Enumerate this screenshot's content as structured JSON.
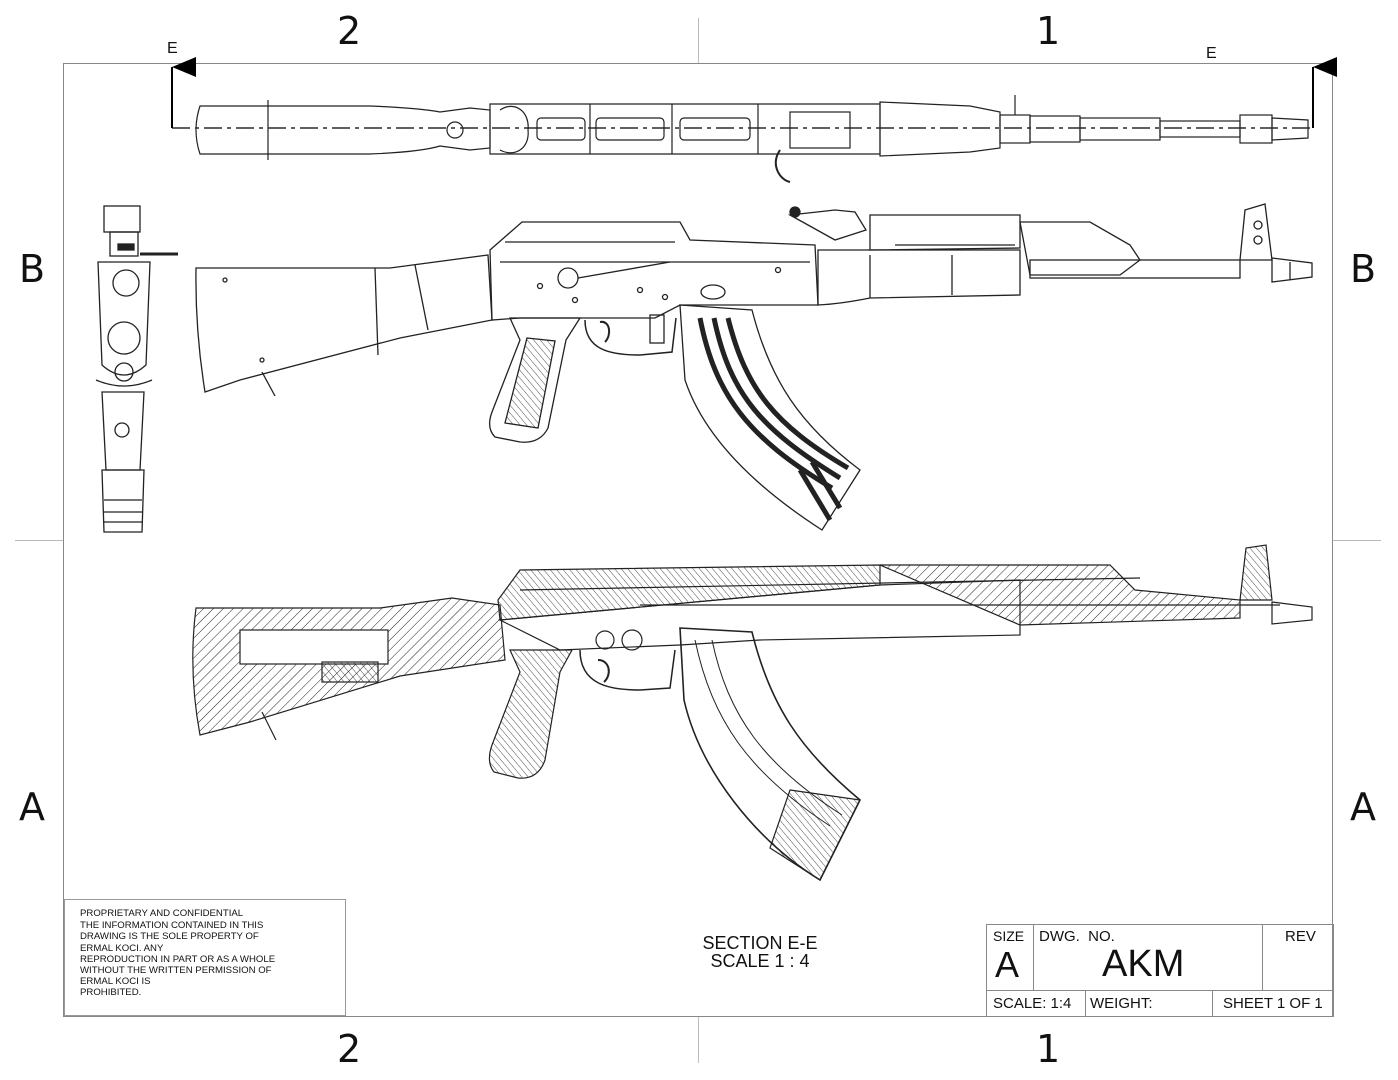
{
  "zones": {
    "top": [
      "2",
      "1"
    ],
    "bottom": [
      "2",
      "1"
    ],
    "left": [
      "B",
      "A"
    ],
    "right": [
      "B",
      "A"
    ]
  },
  "section_marker": {
    "left": "E",
    "right": "E"
  },
  "section_view": {
    "title": "SECTION E-E",
    "scale": "SCALE 1 : 4"
  },
  "notice": {
    "heading": "PROPRIETARY AND CONFIDENTIAL",
    "lines": [
      "THE INFORMATION CONTAINED IN THIS",
      "DRAWING IS THE SOLE PROPERTY OF",
      "ERMAL KOCI. ANY",
      "REPRODUCTION IN PART OR AS A WHOLE",
      "WITHOUT THE WRITTEN PERMISSION OF",
      "ERMAL KOCI IS",
      "PROHIBITED."
    ]
  },
  "title_block": {
    "size_label": "SIZE",
    "size_value": "A",
    "dwg_no_label": "DWG.  NO.",
    "dwg_no_value": "AKM",
    "rev_label": "REV",
    "scale": "SCALE: 1:4",
    "weight": "WEIGHT:",
    "sheet": "SHEET 1 OF 1"
  }
}
